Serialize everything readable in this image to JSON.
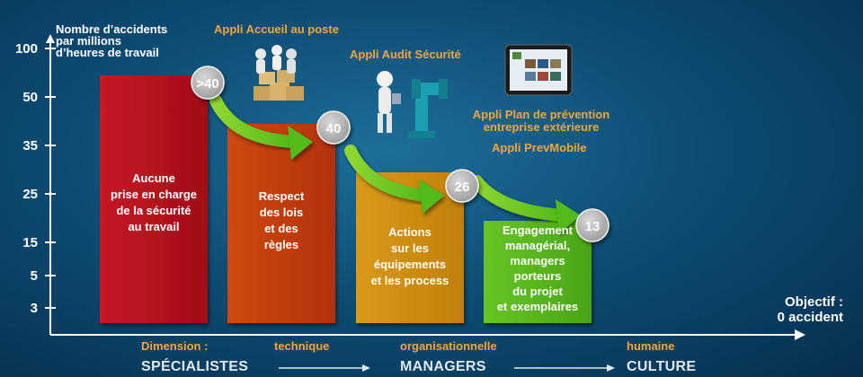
{
  "chart_data": {
    "type": "bar",
    "ylabel": "Nombre d’accidents\npar millions\nd’heures de travail",
    "yticks": [
      3,
      5,
      15,
      25,
      35,
      50,
      100
    ],
    "categories": [
      "Aucune\nprise en charge\nde la sécurité\nau travail",
      "Respect\ndes lois\net des\nrègles",
      "Actions\nsur les\néquipements\net les process",
      "Engagement\nmanagérial,\nmanagers\nporteurs\ndu projet\net exemplaires"
    ],
    "values_label": [
      ">40",
      "40",
      "26",
      "13"
    ],
    "level_tick": [
      50,
      35,
      25,
      15
    ],
    "colors": [
      "#b8101e",
      "#c23c0c",
      "#cf8c10",
      "#58b51e"
    ],
    "apps": [
      "Appli Accueil au poste",
      "Appli Audit Sécurité",
      "Appli Plan de prévention\nentreprise extérieure",
      "Appli PrevMobile"
    ],
    "objective": "Objectif :\n0 accident",
    "dimensions": [
      "Dimension :",
      "technique",
      "organisationnelle",
      "humaine"
    ],
    "stages": [
      "SPÉCIALISTES",
      "MANAGERS",
      "CULTURE"
    ]
  }
}
